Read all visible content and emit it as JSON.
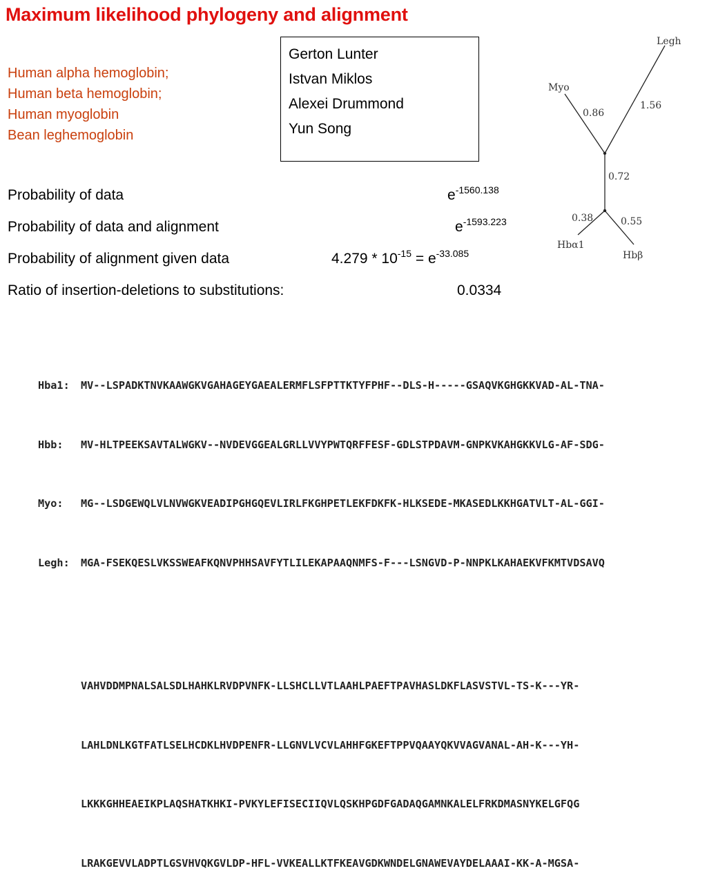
{
  "title": "Maximum likelihood phylogeny and alignment",
  "proteins": [
    "Human alpha hemoglobin;",
    "Human beta hemoglobin;",
    "Human myoglobin",
    "Bean leghemoglobin"
  ],
  "authors": [
    "Gerton Lunter",
    "Istvan Miklos",
    "Alexei Drummond",
    "Yun Song"
  ],
  "stats": {
    "prob_data": {
      "label": "Probability of data",
      "base": "e",
      "exp": "-1560.138"
    },
    "prob_data_alignment": {
      "label": "Probability of data and alignment",
      "base": "e",
      "exp": "-1593.223"
    },
    "prob_alignment_given_data": {
      "label": "Probability of alignment given data",
      "mantissa": "4.279 * 10",
      "mantissa_exp": "-15",
      "equals": "=",
      "base": "e",
      "exp": "-33.085"
    },
    "indel_ratio": {
      "label": "Ratio of insertion-deletions to substitutions:",
      "value": "0.0334"
    }
  },
  "tree": {
    "leaves": [
      "Legh",
      "Myo",
      "Hbα1",
      "Hbβ"
    ],
    "branch_lengths": [
      "1.56",
      "0.86",
      "0.72",
      "0.38",
      "0.55"
    ]
  },
  "alignment": {
    "block1": [
      {
        "name": "Hba1:",
        "seq": "MV--LSPADKTNVKAAWGKVGAHAGEYGAEALERMFLSFPTTKTYFPHF--DLS-H-----GSAQVKGHGKKVAD-AL-TNA-"
      },
      {
        "name": "Hbb:",
        "seq": "MV-HLTPEEKSAVTALWGKV--NVDEVGGEALGRLLVVYPWTQRFFESF-GDLSTPDAVM-GNPKVKAHGKKVLG-AF-SDG-"
      },
      {
        "name": "Myo:",
        "seq": "MG--LSDGEWQLVLNVWGKVEADIPGHGQEVLIRLFKGHPETLEKFDKFK-HLKSEDE-MKASEDLKKHGATVLT-AL-GGI-"
      },
      {
        "name": "Legh:",
        "seq": "MGA-FSEKQESLVKSSWEAFKQNVPHHSAVFYTLILEKAPAAQNMFS-F---LSNGVD-P-NNPKLKAHAEKVFKMTVDSAVQ"
      }
    ],
    "block2": [
      "VAHVDDMPNALSALSDLHAHKLRVDPVNFK-LLSHCLLVTLAAHLPAEFTPAVHASLDKFLASVSTVL-TS-K---YR-",
      "LAHLDNLKGTFATLSELHCDKLHVDPENFR-LLGNVLVCVLAHHFGKEFTPPVQAAYQKVVAGVANAL-AH-K---YH-",
      "LKKKGHHEAEIKPLAQSHATKHKI-PVKYLEFISECIIQVLQSKHPGDFGADAQGAMNKALELFRKDMASNYKELGFQG",
      "LRAKGEVVLADPTLGSVHVQKGVLDP-HFL-VVKEALLKTFKEAVGDKWNDELGNAWEVAYDELAAAI-KK-A-MGSA-"
    ]
  }
}
